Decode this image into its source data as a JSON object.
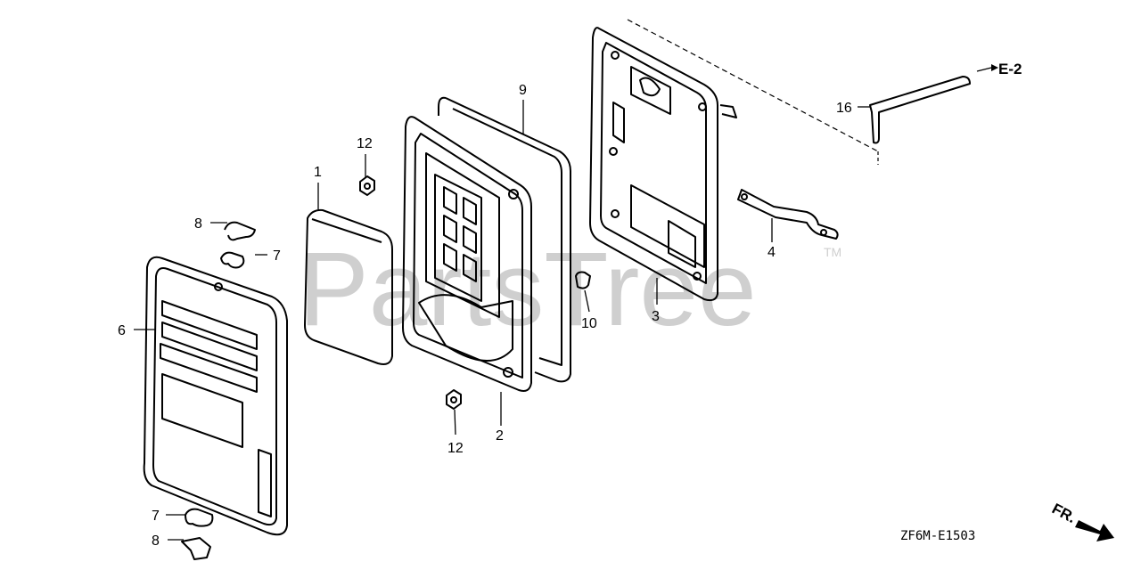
{
  "diagram": {
    "watermark": "PartsTree",
    "watermark_tm": "TM",
    "reference_link": "E-2",
    "front_indicator": "FR.",
    "diagram_code": "ZF6M-E1503",
    "callouts": {
      "c1": "1",
      "c2": "2",
      "c3": "3",
      "c4": "4",
      "c6": "6",
      "c7a": "7",
      "c7b": "7",
      "c8a": "8",
      "c8b": "8",
      "c9": "9",
      "c10": "10",
      "c12a": "12",
      "c12b": "12",
      "c16": "16"
    }
  }
}
